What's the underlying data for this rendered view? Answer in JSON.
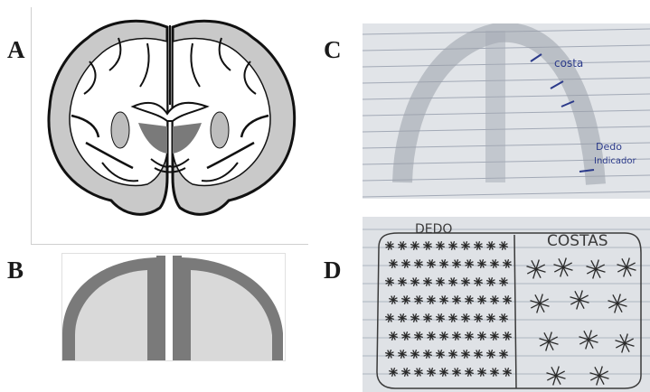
{
  "figure": {
    "panels": [
      {
        "label": "A",
        "content": "brain-coronal-section-illustration"
      },
      {
        "label": "B",
        "content": "semicircle-hemisphere-diagram"
      },
      {
        "label": "C",
        "content": "pencil-drawing-on-lined-paper"
      },
      {
        "label": "D",
        "content": "star-marks-drawing-on-lined-paper"
      }
    ],
    "handwriting": {
      "c_top": "costa",
      "c_bottom_1": "Dedo",
      "c_bottom_2": "Indicador",
      "d_left": "DEDO",
      "d_right": "COSTAS"
    },
    "colors": {
      "brain_gray": "#c9c9c9",
      "brain_light": "#ededed",
      "diagram_gray": "#7a7a7a",
      "diagram_fill": "#d9d9d9",
      "paper": "#e3e6ea",
      "ink": "#2b3a8a"
    }
  }
}
